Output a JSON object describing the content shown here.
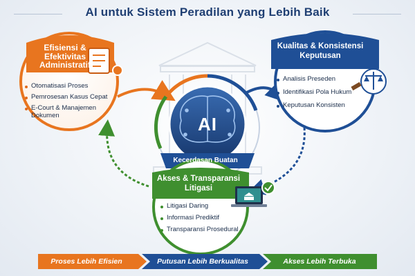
{
  "title": "AI untuk Sistem Peradilan yang Lebih Baik",
  "center": {
    "label": "AI",
    "banner": "Kecerdasan Buatan"
  },
  "cards": {
    "efisiensi": {
      "title": "Efisiensi & Efektivitas Administratif",
      "items": [
        "Otomatisasi Proses",
        "Pemrosesan Kasus Cepat",
        "E-Court & Manajemen Dokumen"
      ],
      "color": "#e8751f",
      "icon": "clipboard-gear-icon"
    },
    "kualitas": {
      "title": "Kualitas & Konsistensi Keputusan",
      "items": [
        "Analisis Preseden",
        "Identifikasi Pola Hukum",
        "Keputusan Konsisten"
      ],
      "color": "#1f4f96",
      "icon": "scales-gavel-icon"
    },
    "akses": {
      "title": "Akses & Transparansi Litigasi",
      "items": [
        "Litigasi Daring",
        "Informasi Prediktif",
        "Transparansi Prosedural"
      ],
      "color": "#3f8f2f",
      "icon": "laptop-courthouse-icon"
    }
  },
  "footer": [
    "Proses Lebih Efisien",
    "Putusan Lebih Berkualitas",
    "Akses Lebih Terbuka"
  ],
  "footer_colors": [
    "#e8751f",
    "#1f4f96",
    "#3f8f2f"
  ]
}
